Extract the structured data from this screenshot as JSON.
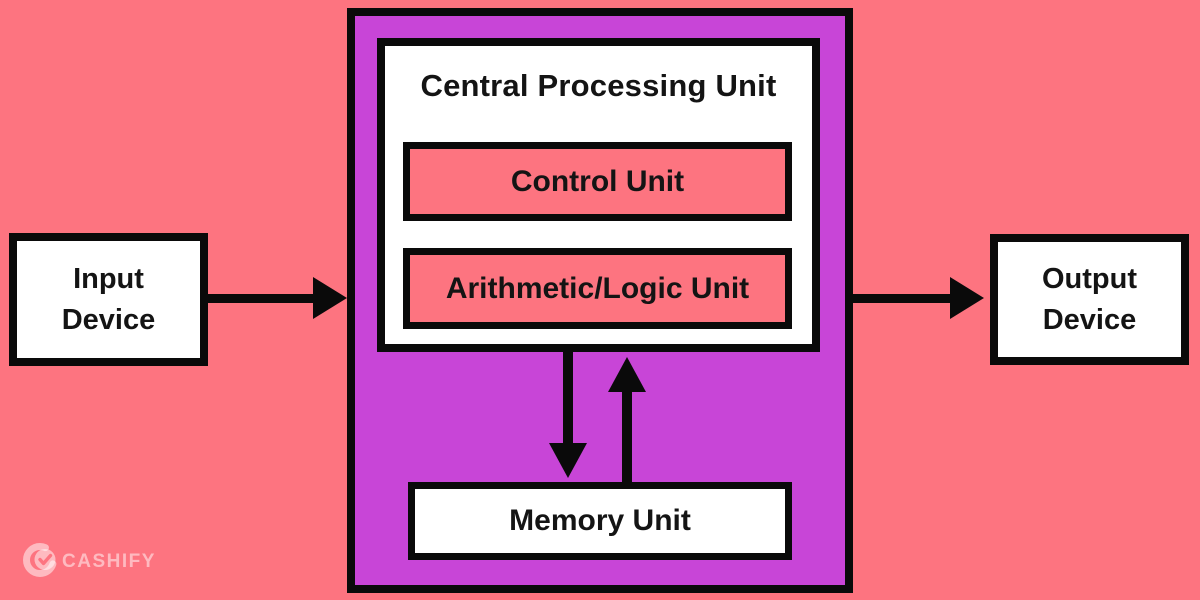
{
  "colors": {
    "background": "#FD7480",
    "cpu-fill": "#C845D7",
    "unit-fill": "#FD7480",
    "panel": "#FFFFFF",
    "line": "#0A0A0A",
    "text": "#141414",
    "logo": "rgba(255,255,255,0.5)"
  },
  "diagram": {
    "cpu": {
      "title": "Central Processing Unit",
      "units": [
        {
          "label": "Control Unit"
        },
        {
          "label": "Arithmetic/Logic Unit"
        }
      ]
    },
    "memory": {
      "label": "Memory Unit"
    },
    "input": {
      "label": "Input Device"
    },
    "output": {
      "label": "Output Device"
    },
    "arrows": [
      {
        "name": "input-to-cpu",
        "direction": "right"
      },
      {
        "name": "cpu-to-output",
        "direction": "right"
      },
      {
        "name": "cpu-to-memory",
        "direction": "down"
      },
      {
        "name": "memory-to-cpu",
        "direction": "up"
      }
    ]
  },
  "branding": {
    "logo_text": "CASHIFY",
    "logo_icon": "cashify-check-icon"
  }
}
